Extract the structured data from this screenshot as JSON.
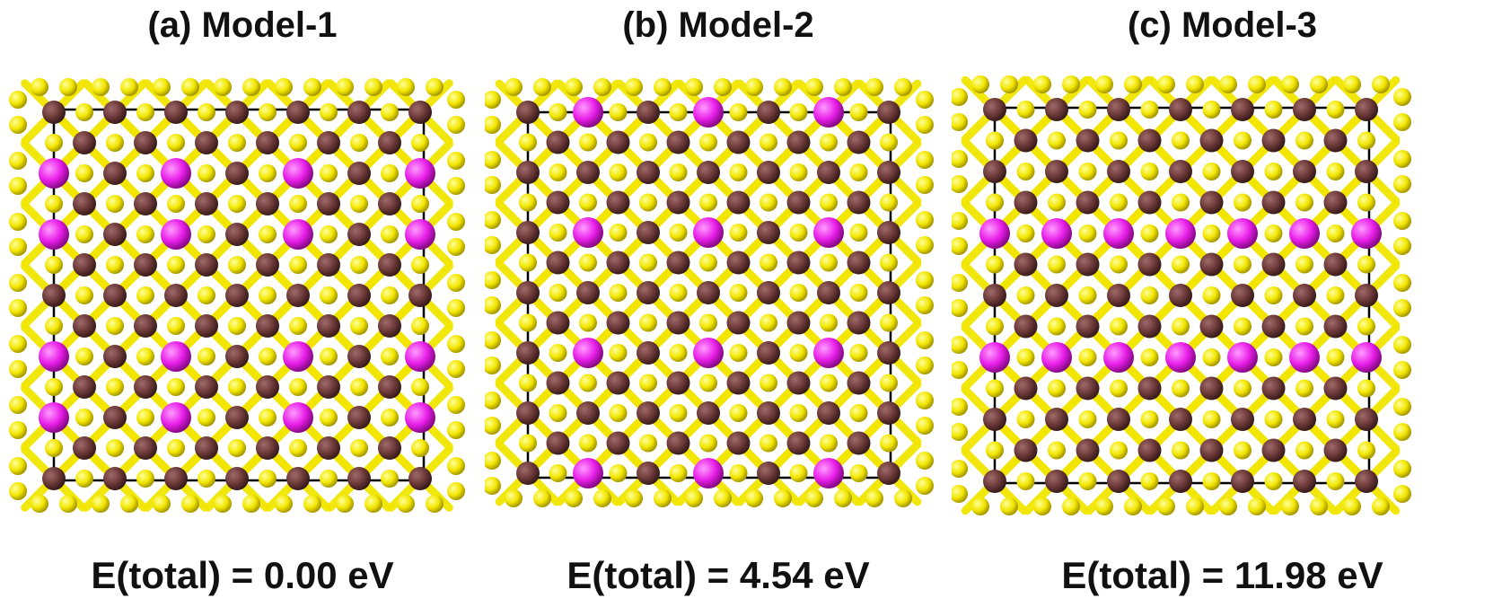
{
  "colors": {
    "sulfur": "#f2e600",
    "metal": "#6b3838",
    "dopant": "#e81ee8",
    "cell_line": "#000000",
    "background": "#ffffff"
  },
  "panels": [
    {
      "title": "(a) Model-1",
      "energy": "E(total) = 0.00 eV",
      "dopant_pattern": "checkerboard-columns"
    },
    {
      "title": "(b) Model-2",
      "energy": "E(total) = 4.54 eV",
      "dopant_pattern": "spread-grid"
    },
    {
      "title": "(c) Model-3",
      "energy": "E(total) = 11.98 eV",
      "dopant_pattern": "two-rows"
    }
  ]
}
